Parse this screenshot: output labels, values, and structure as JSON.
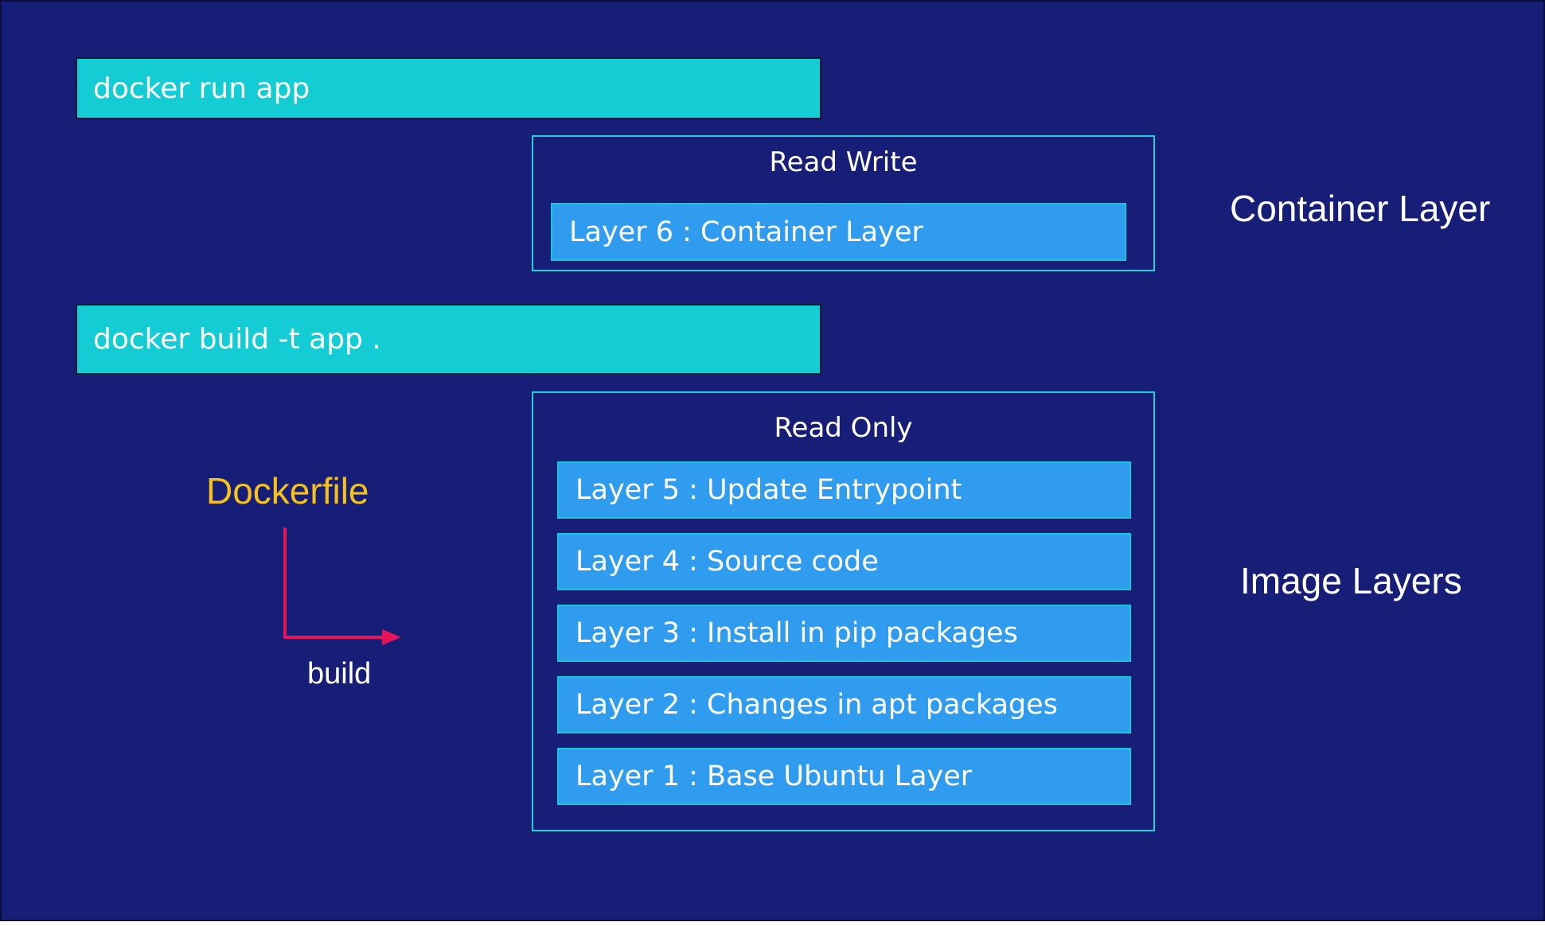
{
  "commands": {
    "run": "docker run app",
    "build": "docker build -t app ."
  },
  "container_frame": {
    "title": "Read Write",
    "layers": [
      "Layer 6 : Container Layer"
    ]
  },
  "image_frame": {
    "title": "Read Only",
    "layers": [
      "Layer 5 : Update Entrypoint",
      "Layer 4 : Source code",
      "Layer 3 : Install in pip packages",
      "Layer 2 : Changes in apt packages",
      "Layer 1 : Base Ubuntu Layer"
    ]
  },
  "side_labels": {
    "container": "Container Layer",
    "image": "Image Layers"
  },
  "dockerfile": {
    "label": "Dockerfile",
    "arrow_label": "build"
  },
  "colors": {
    "background": "#171e78",
    "command_bar": "#14ccd4",
    "layer": "#2f9cef",
    "frame_border": "#1ed0d8",
    "dockerfile_text": "#f6c21a",
    "arrow": "#e8145a"
  }
}
